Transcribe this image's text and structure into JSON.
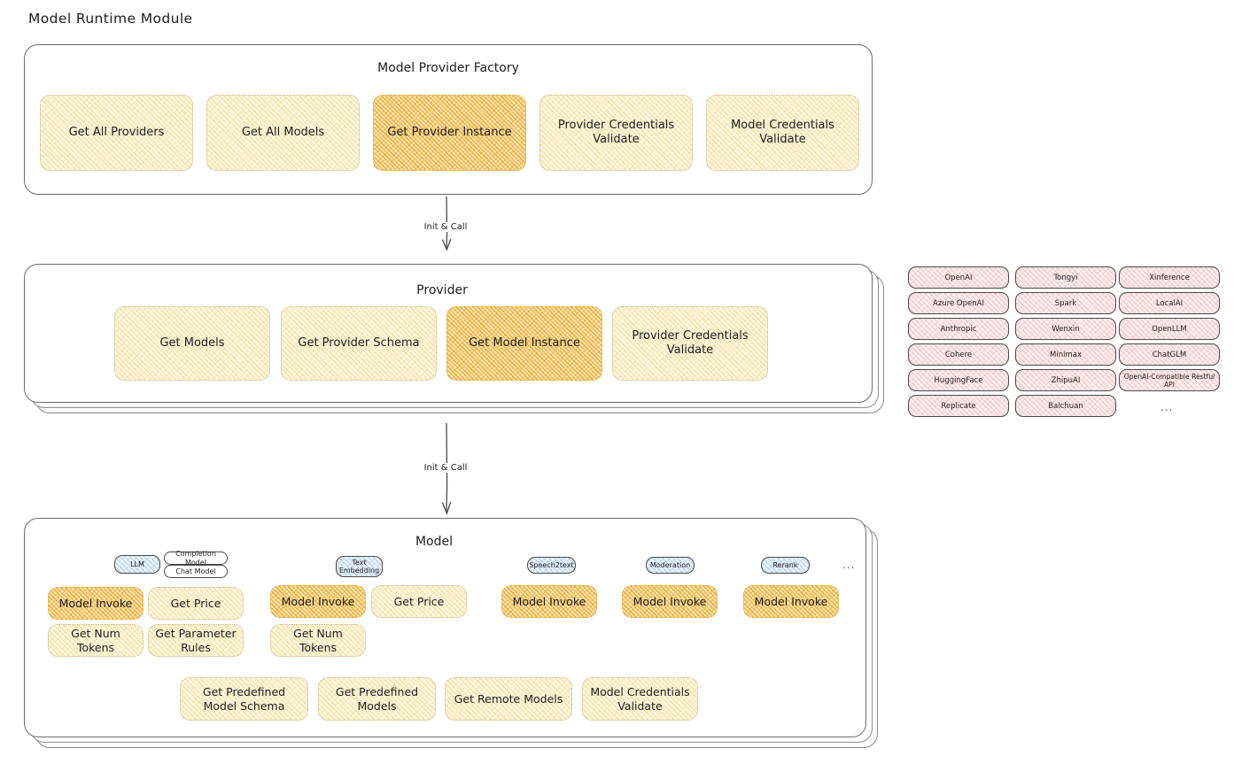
{
  "page": {
    "title": "Model Runtime Module"
  },
  "factory": {
    "label": "Model Provider Factory",
    "boxes": [
      {
        "label": "Get All Providers",
        "highlight": false
      },
      {
        "label": "Get All Models",
        "highlight": false
      },
      {
        "label": "Get Provider Instance",
        "highlight": true
      },
      {
        "label": "Provider Credentials Validate",
        "highlight": false
      },
      {
        "label": "Model Credentials Validate",
        "highlight": false
      }
    ]
  },
  "connector1": {
    "label": "Init & Call"
  },
  "provider": {
    "label": "Provider",
    "boxes": [
      {
        "label": "Get Models",
        "highlight": false
      },
      {
        "label": "Get Provider Schema",
        "highlight": false
      },
      {
        "label": "Get Model Instance",
        "highlight": true
      },
      {
        "label": "Provider Credentials Validate",
        "highlight": false
      }
    ]
  },
  "connector2": {
    "label": "Init & Call"
  },
  "provider_list": {
    "column1": [
      "OpenAI",
      "Azure OpenAI",
      "Anthropic",
      "Cohere",
      "HuggingFace",
      "Replicate"
    ],
    "column2": [
      "Tongyi",
      "Spark",
      "Wenxin",
      "Minimax",
      "ZhipuAI",
      "Baichuan"
    ],
    "column3": [
      "Xinference",
      "LocalAI",
      "OpenLLM",
      "ChatGLM",
      "OpenAI-Compatible Restful API"
    ],
    "more": "..."
  },
  "model": {
    "label": "Model",
    "more": "...",
    "types": [
      {
        "badge": "LLM",
        "sub_badges": [
          "Completion Model",
          "Chat Model"
        ],
        "methods": [
          "Model Invoke",
          "Get Price",
          "Get Num Tokens",
          "Get Parameter Rules"
        ],
        "highlighted_methods": [
          "Model Invoke"
        ]
      },
      {
        "badge": "Text Embedding",
        "sub_badges": [],
        "methods": [
          "Model Invoke",
          "Get Price",
          "Get Num Tokens"
        ],
        "highlighted_methods": [
          "Model Invoke"
        ]
      },
      {
        "badge": "Speech2text",
        "sub_badges": [],
        "methods": [
          "Model Invoke"
        ],
        "highlighted_methods": [
          "Model Invoke"
        ]
      },
      {
        "badge": "Moderation",
        "sub_badges": [],
        "methods": [
          "Model Invoke"
        ],
        "highlighted_methods": [
          "Model Invoke"
        ]
      },
      {
        "badge": "Rerank",
        "sub_badges": [],
        "methods": [
          "Model Invoke"
        ],
        "highlighted_methods": [
          "Model Invoke"
        ]
      }
    ],
    "common_methods": [
      "Get Predefined Model Schema",
      "Get Predefined Models",
      "Get Remote Models",
      "Model Credentials Validate"
    ]
  },
  "colors": {
    "highlight_fill": "#fbe3af",
    "box_fill": "#fdf6e0",
    "provider_fill": "#fdeeef",
    "badge_fill": "#e8f2fb",
    "stroke": "#343a40",
    "background": "#ffffff"
  }
}
